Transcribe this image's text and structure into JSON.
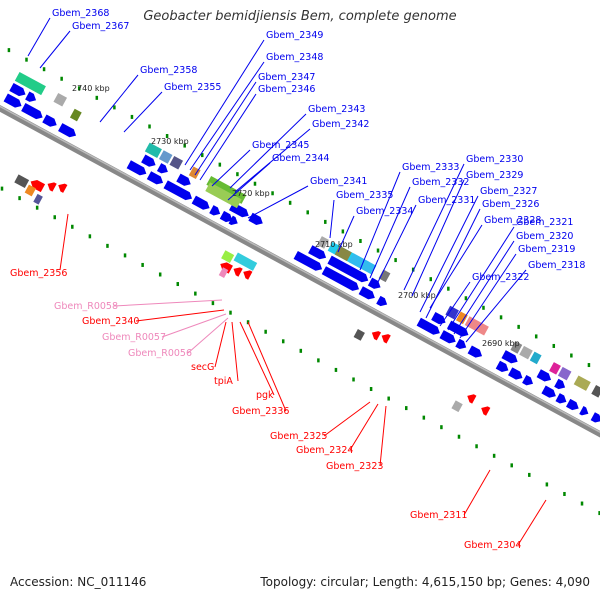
{
  "title": "Geobacter bemidjiensis Bem, complete genome",
  "footer": {
    "accession": "Accession: NC_011146",
    "topology": "Topology: circular; Length: 4,615,150 bp; Genes: 4,090"
  },
  "colors": {
    "backbone": "#808080",
    "forward_gene": "#0000ee",
    "reverse_gene": "#ff0000",
    "rna_label": "#ee88bb",
    "tick": "#008800"
  },
  "scale_labels": [
    "2740 kbp",
    "2730 kbp",
    "2720 kbp",
    "2710 kbp",
    "2700 kbp",
    "2690 kbp"
  ],
  "forward_genes": [
    "Gbem_2368",
    "Gbem_2367",
    "Gbem_2358",
    "Gbem_2355",
    "Gbem_2349",
    "Gbem_2348",
    "Gbem_2347",
    "Gbem_2346",
    "Gbem_2343",
    "Gbem_2342",
    "Gbem_2345",
    "Gbem_2344",
    "Gbem_2341",
    "Gbem_2335",
    "Gbem_2334",
    "Gbem_2333",
    "Gbem_2332",
    "Gbem_2331",
    "Gbem_2330",
    "Gbem_2329",
    "Gbem_2328",
    "Gbem_2327",
    "Gbem_2326",
    "Gbem_2321",
    "Gbem_2320",
    "Gbem_2319",
    "Gbem_2318",
    "Gbem_2322"
  ],
  "reverse_genes": [
    "Gbem_2356",
    "Gbem_R0058",
    "Gbem_2340",
    "Gbem_R0057",
    "Gbem_R0056",
    "secG",
    "tpiA",
    "pgk",
    "Gbem_2336",
    "Gbem_2325",
    "Gbem_2324",
    "Gbem_2323",
    "Gbem_2311",
    "Gbem_2304"
  ],
  "rna_genes": [
    "Gbem_R0058",
    "Gbem_R0057",
    "Gbem_R0056"
  ]
}
